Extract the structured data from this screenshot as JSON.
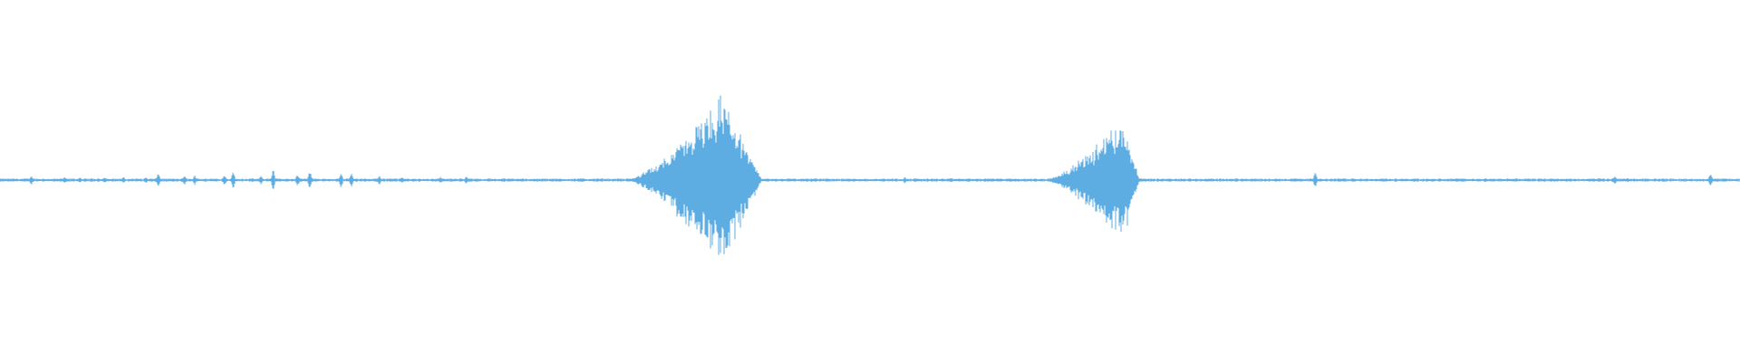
{
  "waveform": {
    "color": "#5dade2",
    "background": "#ffffff",
    "samples": 1920,
    "baseline_amplitude": 0.01,
    "bursts": [
      {
        "start": 0.36,
        "peak": 0.415,
        "end": 0.438,
        "amplitude": 0.5
      },
      {
        "start": 0.6,
        "peak": 0.645,
        "end": 0.655,
        "amplitude": 0.36
      }
    ],
    "clicks": [
      {
        "pos": 0.018,
        "amplitude": 0.03
      },
      {
        "pos": 0.037,
        "amplitude": 0.02
      },
      {
        "pos": 0.046,
        "amplitude": 0.02
      },
      {
        "pos": 0.06,
        "amplitude": 0.02
      },
      {
        "pos": 0.071,
        "amplitude": 0.02
      },
      {
        "pos": 0.084,
        "amplitude": 0.02
      },
      {
        "pos": 0.091,
        "amplitude": 0.05
      },
      {
        "pos": 0.106,
        "amplitude": 0.03
      },
      {
        "pos": 0.112,
        "amplitude": 0.03
      },
      {
        "pos": 0.129,
        "amplitude": 0.04
      },
      {
        "pos": 0.134,
        "amplitude": 0.06
      },
      {
        "pos": 0.15,
        "amplitude": 0.03
      },
      {
        "pos": 0.157,
        "amplitude": 0.07
      },
      {
        "pos": 0.171,
        "amplitude": 0.04
      },
      {
        "pos": 0.178,
        "amplitude": 0.06
      },
      {
        "pos": 0.196,
        "amplitude": 0.05
      },
      {
        "pos": 0.202,
        "amplitude": 0.05
      },
      {
        "pos": 0.218,
        "amplitude": 0.03
      },
      {
        "pos": 0.231,
        "amplitude": 0.02
      },
      {
        "pos": 0.253,
        "amplitude": 0.02
      },
      {
        "pos": 0.268,
        "amplitude": 0.03
      },
      {
        "pos": 0.42,
        "amplitude": 0.02
      },
      {
        "pos": 0.457,
        "amplitude": 0.01
      },
      {
        "pos": 0.497,
        "amplitude": 0.01
      },
      {
        "pos": 0.52,
        "amplitude": 0.02
      },
      {
        "pos": 0.537,
        "amplitude": 0.01
      },
      {
        "pos": 0.569,
        "amplitude": 0.01
      },
      {
        "pos": 0.756,
        "amplitude": 0.05
      },
      {
        "pos": 0.818,
        "amplitude": 0.01
      },
      {
        "pos": 0.879,
        "amplitude": 0.01
      },
      {
        "pos": 0.902,
        "amplitude": 0.01
      },
      {
        "pos": 0.928,
        "amplitude": 0.03
      },
      {
        "pos": 0.983,
        "amplitude": 0.05
      }
    ]
  }
}
